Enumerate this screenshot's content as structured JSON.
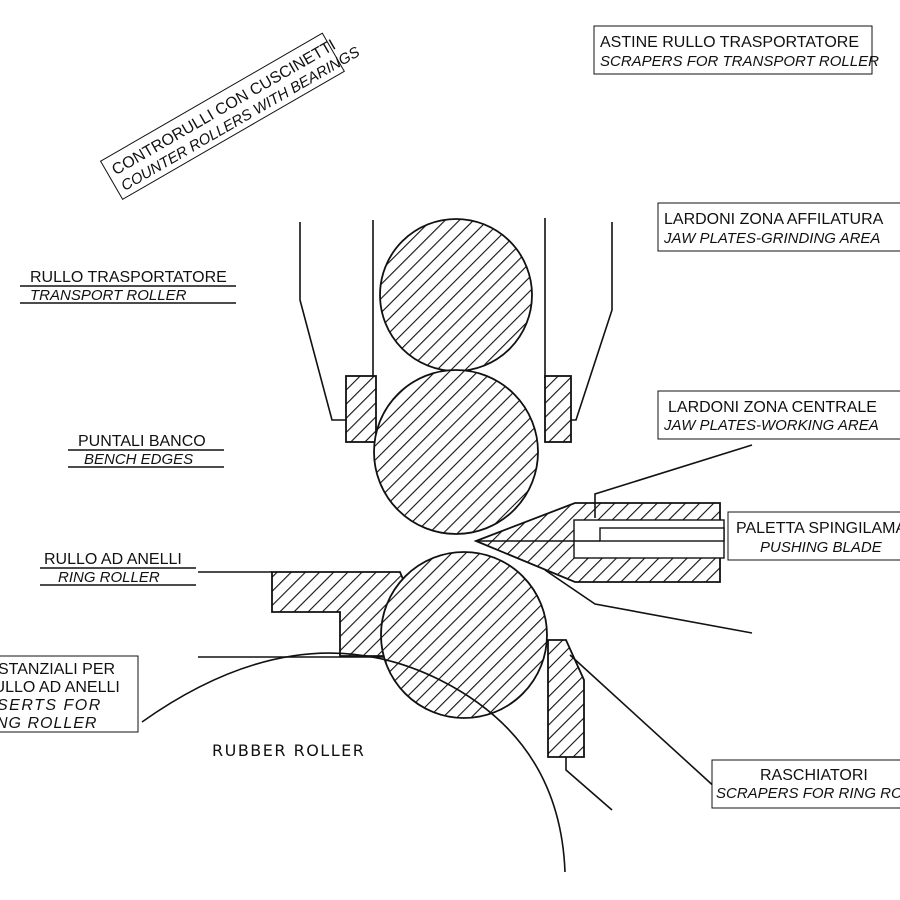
{
  "labels": {
    "counter_rollers": {
      "it": "CONTRORULLI CON CUSCINETTI",
      "en": "COUNTER ROLLERS WITH BEARINGS"
    },
    "scrapers_transport": {
      "it": "ASTINE RULLO TRASPORTATORE",
      "en": "SCRAPERS FOR TRANSPORT ROLLER"
    },
    "jaw_grinding": {
      "it": "LARDONI ZONA AFFILATURA",
      "en": "JAW PLATES-GRINDING AREA"
    },
    "transport_roller": {
      "it": "RULLO TRASPORTATORE",
      "en": "TRANSPORT ROLLER"
    },
    "jaw_working": {
      "it": "LARDONI ZONA CENTRALE",
      "en": "JAW PLATES-WORKING AREA"
    },
    "bench_edges": {
      "it": "PUNTALI BANCO",
      "en": "BENCH EDGES"
    },
    "pushing_blade": {
      "it": "PALETTA SPINGILAMA",
      "en": "PUSHING BLADE"
    },
    "ring_roller": {
      "it": "RULLO AD ANELLI",
      "en": "RING ROLLER"
    },
    "inserts": {
      "it1": "DISTANZIALI PER",
      "it2": "RULLO AD ANELLI",
      "en1": "INSERTS FOR",
      "en2": "RING ROLLER"
    },
    "scrapers_ring": {
      "it": "RASCHIATORI",
      "en": "SCRAPERS FOR RING ROLLER"
    },
    "rubber_roller": "RUBBER ROLLER"
  }
}
